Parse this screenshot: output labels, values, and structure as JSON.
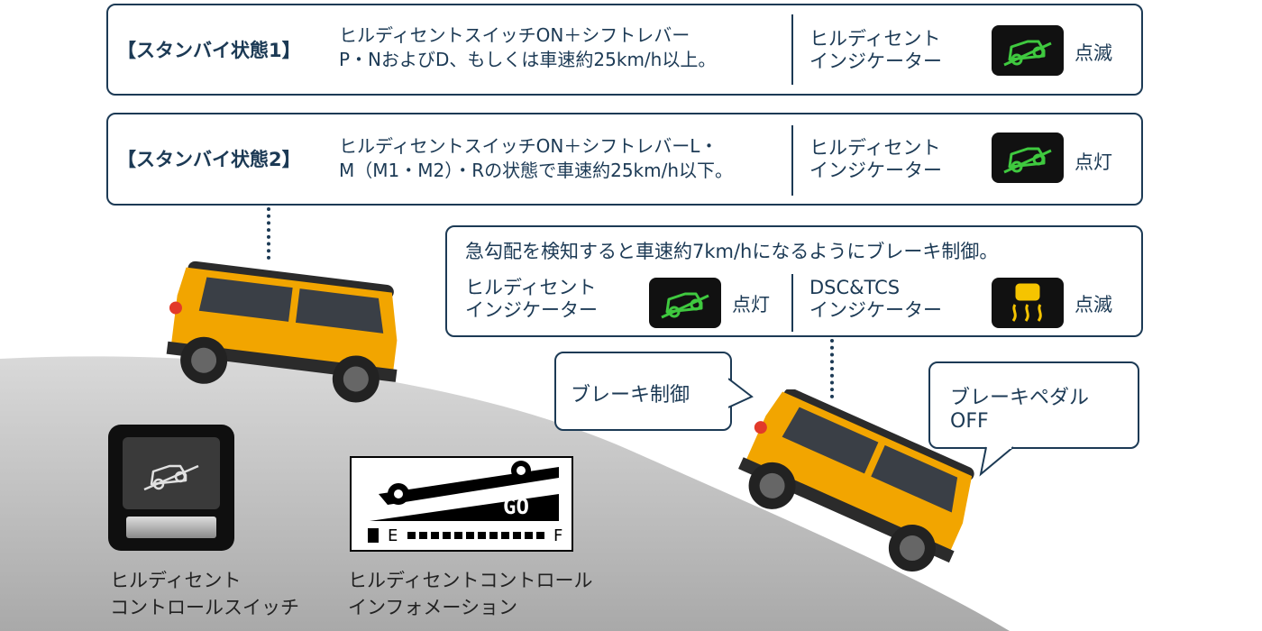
{
  "standby1": {
    "state": "【スタンバイ状態1】",
    "desc_line1": "ヒルディセントスイッチON＋シフトレバー",
    "desc_line2": "P・NおよびD、もしくは車速約25km/h以上。",
    "indicator_line1": "ヒルディセント",
    "indicator_line2": "インジケーター",
    "status": "点滅"
  },
  "standby2": {
    "state": "【スタンバイ状態2】",
    "desc_line1": "ヒルディセントスイッチON＋シフトレバーL・",
    "desc_line2": "M（M1・M2）・Rの状態で車速約25km/h以下。",
    "indicator_line1": "ヒルディセント",
    "indicator_line2": "インジケーター",
    "status": "点灯"
  },
  "active": {
    "desc": "急勾配を検知すると車速約7km/hになるようにブレーキ制御。",
    "hdc_line1": "ヒルディセント",
    "hdc_line2": "インジケーター",
    "hdc_status": "点灯",
    "dsc_line1": "DSC&TCS",
    "dsc_line2": "インジケーター",
    "dsc_status": "点滅"
  },
  "bubbles": {
    "brake_control": "ブレーキ制御",
    "brake_pedal_line1": "ブレーキペダル",
    "brake_pedal_line2": "OFF"
  },
  "captions": {
    "switch_line1": "ヒルディセント",
    "switch_line2": "コントロールスイッチ",
    "info_line1": "ヒルディセントコントロール",
    "info_line2": "インフォメーション"
  },
  "display": {
    "go": "GO",
    "fuel_empty": "E",
    "fuel_full": "F"
  },
  "colors": {
    "navy": "#1c3a55",
    "indicator_green": "#3fc93f",
    "indicator_amber": "#f5c400",
    "car_body": "#f2a500"
  }
}
